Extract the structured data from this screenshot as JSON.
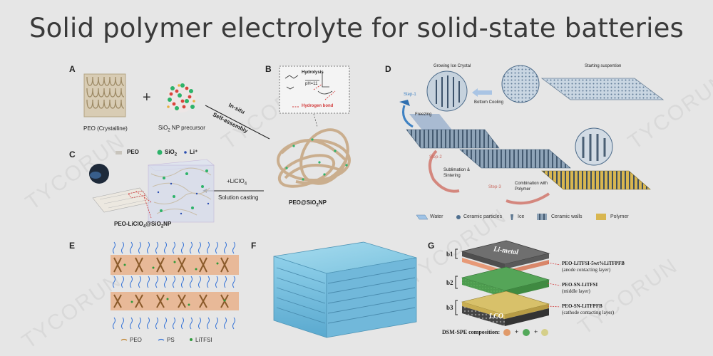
{
  "title": "Solid polymer electrolyte for solid-state batteries",
  "watermark": "TYCORUN",
  "panels": {
    "A": {
      "letter": "A",
      "label_peo": "PEO (Crystalline)",
      "label_sio2_pre": "SiO",
      "label_sio2_sub": "2",
      "label_sio2_post": " NP precursor",
      "plus": "+"
    },
    "B": {
      "letter": "B",
      "hydrolysis": "Hydrolysis",
      "ph": "pH=11",
      "hbond": "Hydrogen bond",
      "product_pre": "PEO@SiO",
      "product_sub": "2",
      "product_post": "NP",
      "insitu": "In-situ",
      "selfassembly": "Self-assembly"
    },
    "C": {
      "letter": "C",
      "legend_peo": "PEO",
      "legend_sio2_pre": "SiO",
      "legend_sio2_sub": "2",
      "legend_li": "Li⁺",
      "add_pre": "+LiClO",
      "add_sub": "4",
      "solution": "Solution casting",
      "product_pre": "PEO-LiClO",
      "product_sub1": "4",
      "product_mid": "@SiO",
      "product_sub2": "2",
      "product_post": "NP"
    },
    "D": {
      "letter": "D",
      "growing": "Growing Ice Crystal",
      "starting": "Starting suspention",
      "step1": "Step-1",
      "bottom": "Bottom Cooling",
      "freezing": "Freezing",
      "step2": "Step-2",
      "sublimation": "Sublimation & Sintering",
      "step3": "Step-3",
      "combination": "Combination with Polymer",
      "legend": [
        "Water",
        "Ceramic particles",
        "Ice",
        "Ceramic walls",
        "Polymer"
      ]
    },
    "E": {
      "letter": "E",
      "legend": [
        "PEO",
        "PS",
        "LiTFSI"
      ]
    },
    "F": {
      "letter": "F"
    },
    "G": {
      "letter": "G",
      "b1": "b1",
      "b2": "b2",
      "b3": "b3",
      "limetal": "Li-metal",
      "lco": "LCO",
      "l1_title": "PEO-LiTFSI-5wt%LiTFPFB",
      "l1_sub": "(anode contacting layer)",
      "l2_title": "PEO-SN-LiTFSI",
      "l2_sub": "(middle layer)",
      "l3_title": "PEO-SN-LiTFPFB",
      "l3_sub": "(cathode contacting layer)",
      "composition": "DSM-SPE composition:",
      "plus1": "+",
      "plus2": "+"
    }
  },
  "colors": {
    "accent_pink": "#d9546e",
    "green_layer": "#4a9a4c",
    "gold": "#d7b54a",
    "blue_box": "#6cb9d8",
    "red_dash": "#d23a3a"
  }
}
